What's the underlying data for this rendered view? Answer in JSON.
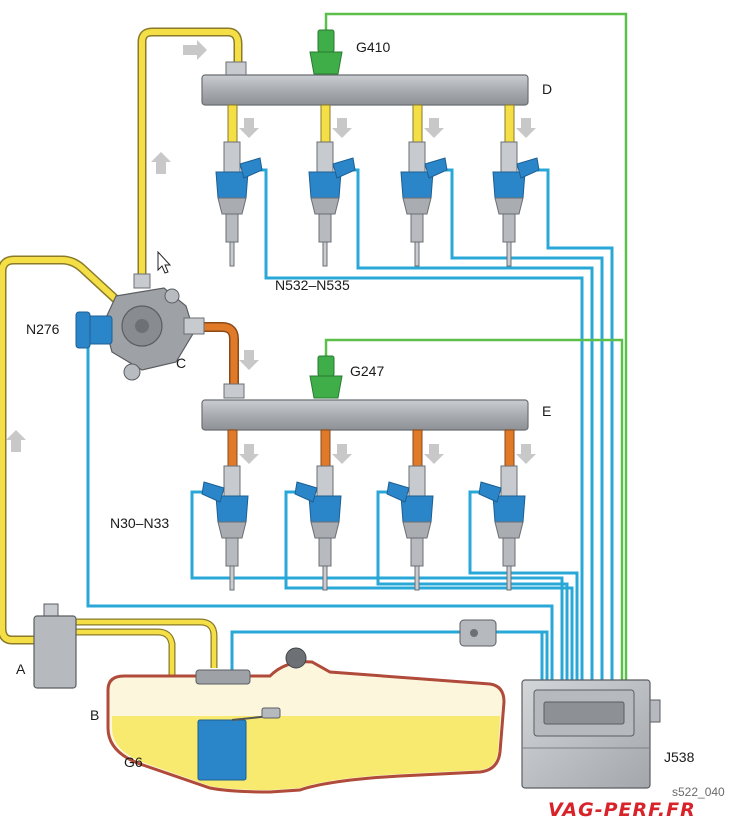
{
  "labels": {
    "sensor_top": "G410",
    "rail_top": "D",
    "injectors_top": "N532–N535",
    "pressure_valve": "N276",
    "pump": "C",
    "sensor_bottom": "G247",
    "rail_bottom": "E",
    "injectors_bottom": "N30–N33",
    "unit_a": "A",
    "tank": "B",
    "tank_pump": "G6",
    "ecu": "J538"
  },
  "figure_code": "s522_040",
  "watermark": "VAG-PERF.FR",
  "colors": {
    "wire": "#29a8d8",
    "sensor_wire": "#5cbf4a",
    "low_pressure_fuel": "#f4e046",
    "high_pressure_fuel": "#e07a28",
    "fuel_in_tank": "#f7ea6e",
    "tank_wall": "#b04a3a",
    "component_grey": "#a9adb2",
    "injector_blue": "#2a86c9",
    "sensor_green": "#3fae49",
    "flow_arrow": "#c8c8c8"
  }
}
